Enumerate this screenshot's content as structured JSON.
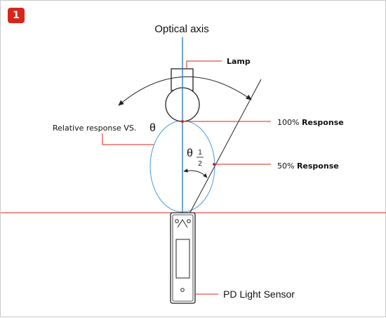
{
  "badge": "1",
  "labels": {
    "optical_axis": "Optical axis",
    "lamp": "Lamp",
    "relative_response": "Relative response  VS.",
    "theta_symbol": "θ",
    "r100_value": "100% ",
    "r100_word": "Response",
    "r50_value": "50% ",
    "r50_word": "Response",
    "half_num": "1",
    "half_den": "2",
    "sensor": "PD Light Sensor"
  },
  "colors": {
    "accent_red": "#d8261b",
    "axis_blue": "#1f77c2",
    "lobe_blue": "#4a9ad6",
    "line_dark": "#222222"
  }
}
